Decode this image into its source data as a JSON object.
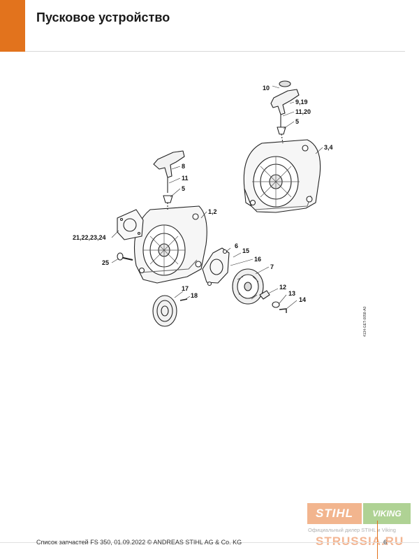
{
  "header": {
    "title": "Пусковое устройство"
  },
  "diagram": {
    "doc_number": "4134-GET-0058-A0",
    "callouts": {
      "c10": "10",
      "c9_19": "9,19",
      "c11_20": "11,20",
      "c5a": "5",
      "c3_4": "3,4",
      "c8": "8",
      "c11": "11",
      "c5b": "5",
      "c1_2": "1,2",
      "c21_24": "21,22,23,24",
      "c25": "25",
      "c6": "6",
      "c15": "15",
      "c16": "16",
      "c7": "7",
      "c17": "17",
      "c18": "18",
      "c12": "12",
      "c13": "13",
      "c14": "14"
    }
  },
  "branding": {
    "stihl": "STIHL",
    "viking": "VIKING",
    "dealer": "Официальный дилер STIHL и Viking",
    "site": "STRUSSIA.RU"
  },
  "footer": {
    "text": "Список запчастей FS 350, 01.09.2022 © ANDREAS STIHL AG & Co. KG",
    "page": "6"
  },
  "colors": {
    "accent": "#e2731d",
    "stihl_orange": "#e87a33",
    "viking_green": "#6fae3d"
  }
}
